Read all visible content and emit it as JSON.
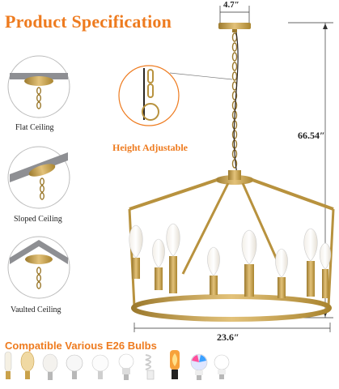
{
  "title": "Product Specification",
  "dimensions": {
    "canopy_width": "4.7″",
    "total_height": "66.54″",
    "diameter": "23.6″"
  },
  "height_label": "Height Adjustable",
  "ceilings": [
    {
      "label": "Flat  Ceiling"
    },
    {
      "label": "Sloped Ceiling"
    },
    {
      "label": "Vaulted Ceiling"
    }
  ],
  "bulbs_label": "Compatible Various E26 Bulbs",
  "colors": {
    "accent": "#ee7b1f",
    "gold": "#c9a14a",
    "gold_dark": "#9c7a2e",
    "chain": "#3a3530"
  }
}
